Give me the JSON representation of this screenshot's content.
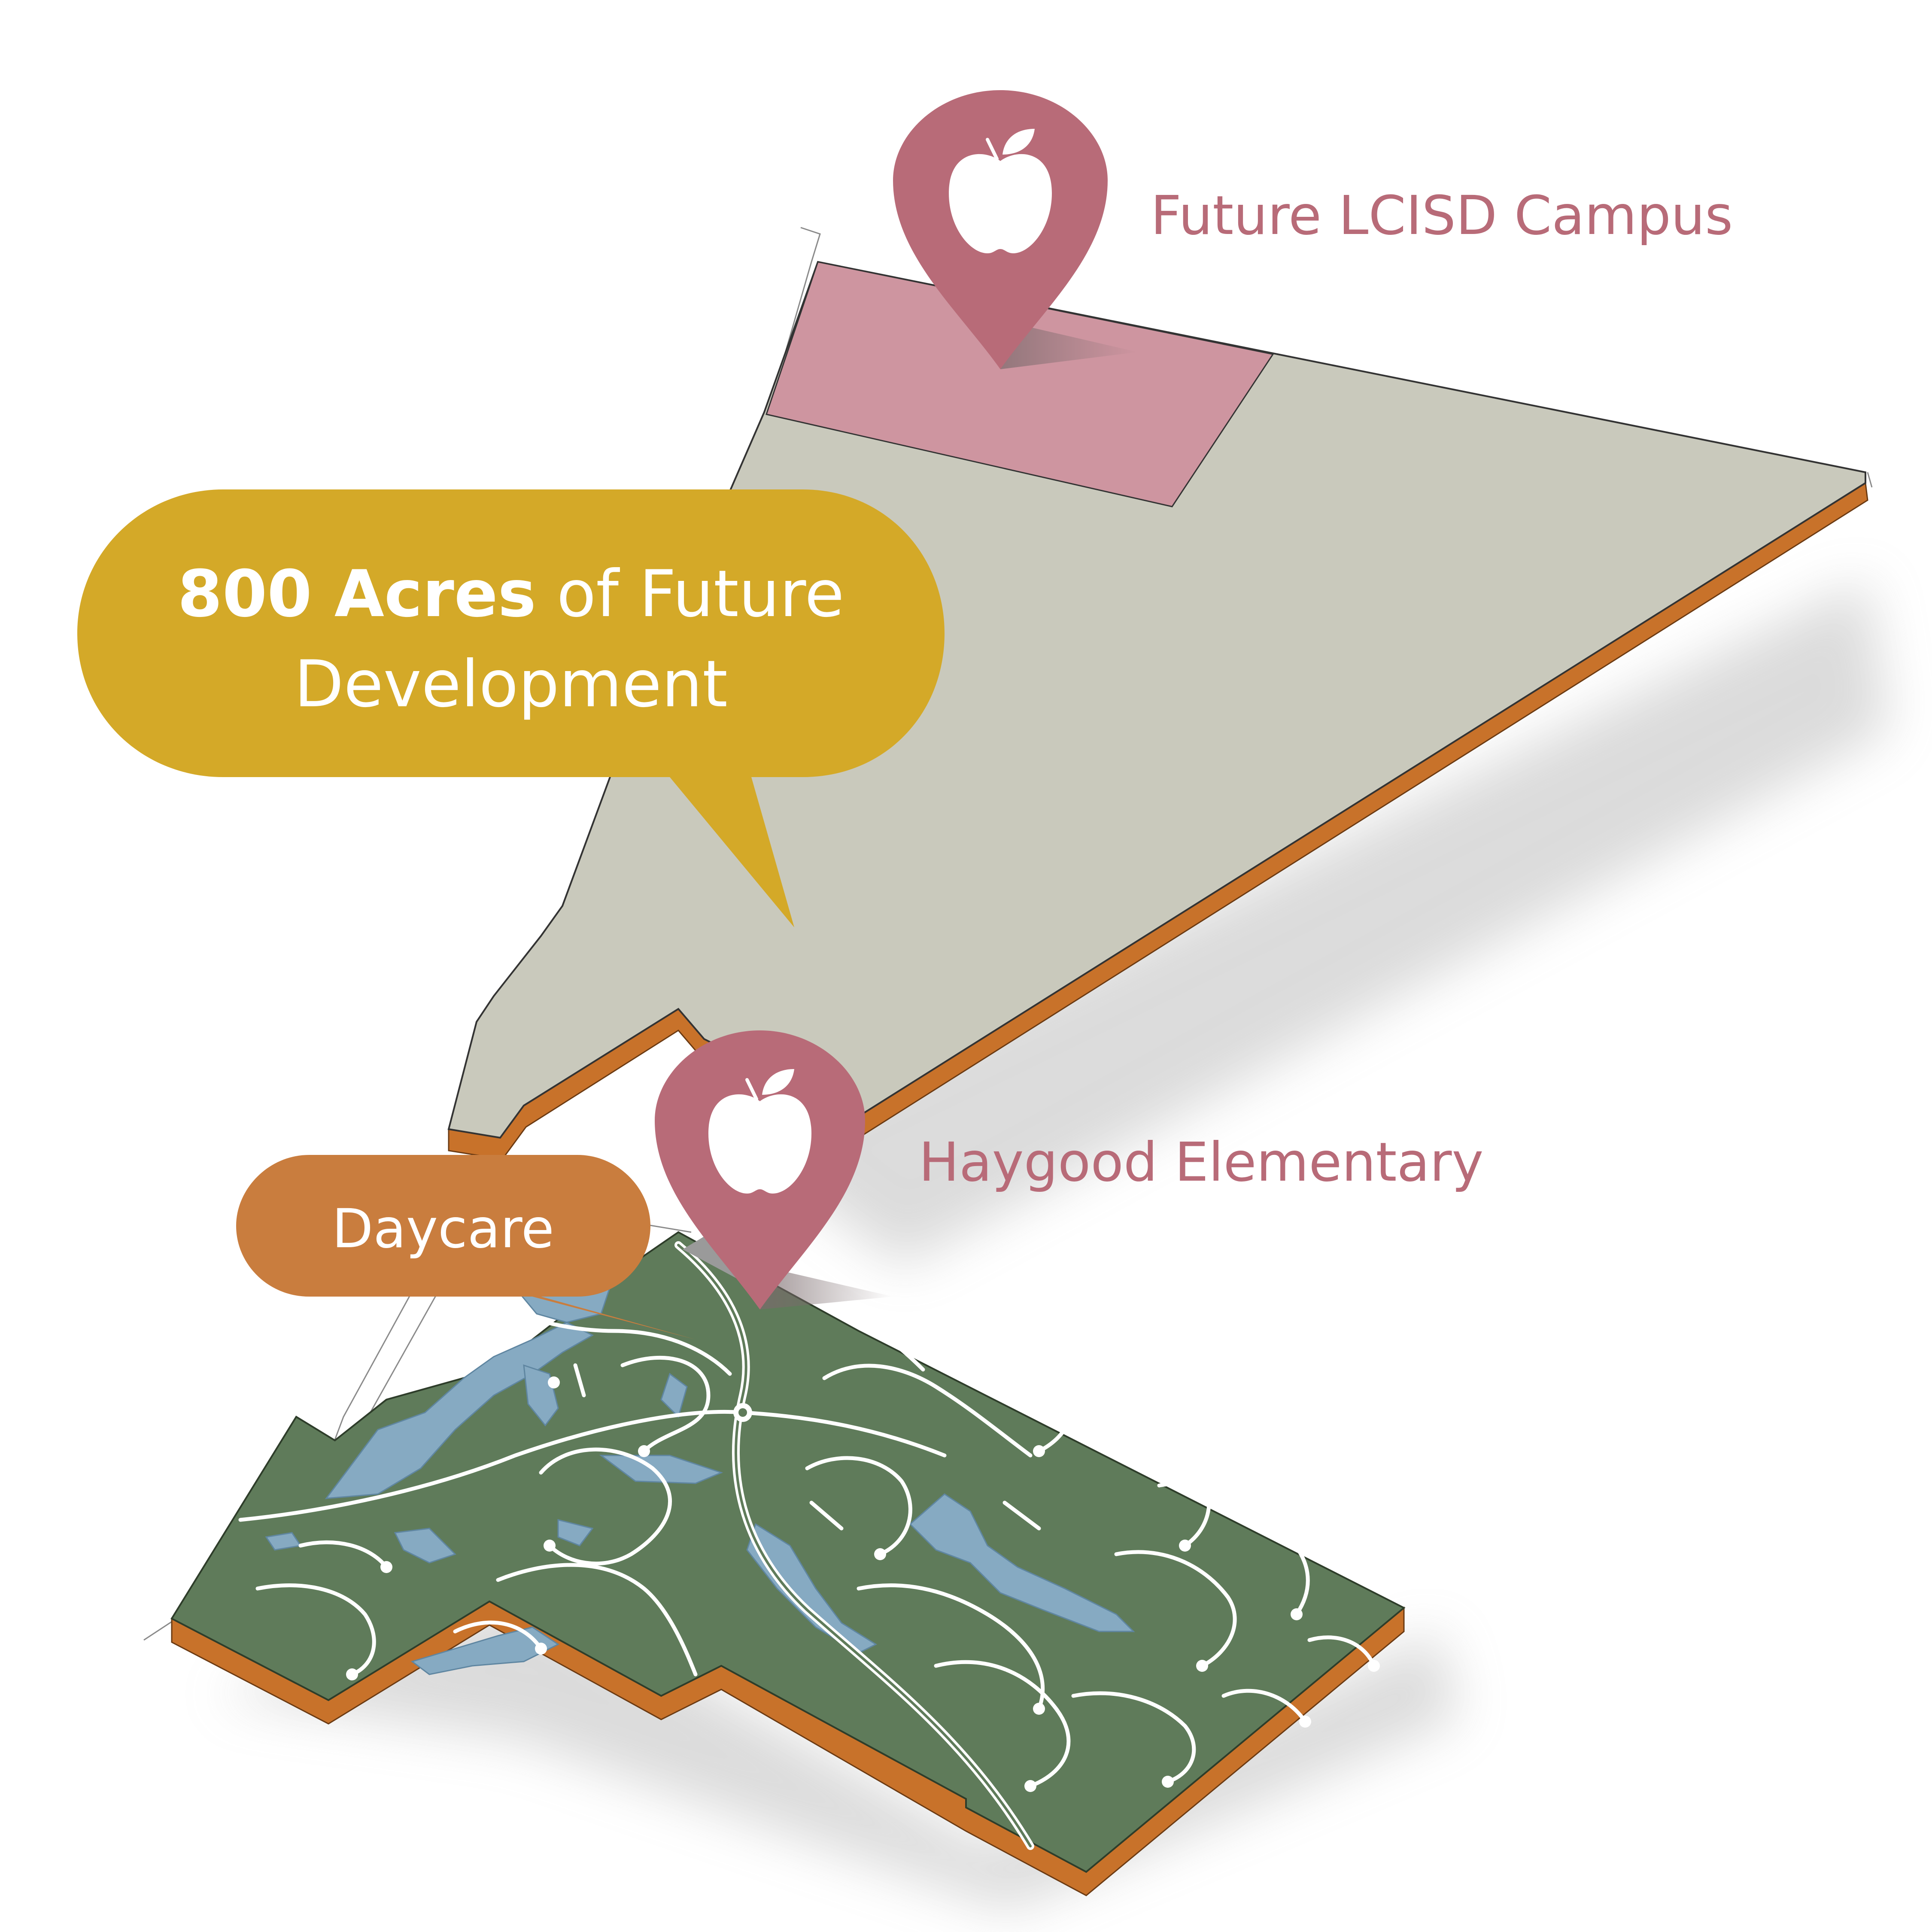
{
  "callouts": {
    "development": {
      "bold": "800 Acres",
      "rest_line1": " of Future",
      "line2": "Development"
    },
    "daycare": {
      "label": "Daycare"
    }
  },
  "markers": {
    "campus": {
      "label": "Future LCISD Campus",
      "icon": "apple-icon"
    },
    "elementary": {
      "label": "Haygood Elementary",
      "icon": "apple-icon"
    }
  },
  "colors": {
    "development_fill": "#c9c9bc",
    "campus_zone": "#ce95a0",
    "slab_edge": "#c8722a",
    "subdivision": "#5f7b5a",
    "water": "#86aac2",
    "marker": "#b86b78",
    "gold_callout": "#d4a928",
    "orange_callout": "#c97d3e",
    "road": "#ffffff"
  }
}
